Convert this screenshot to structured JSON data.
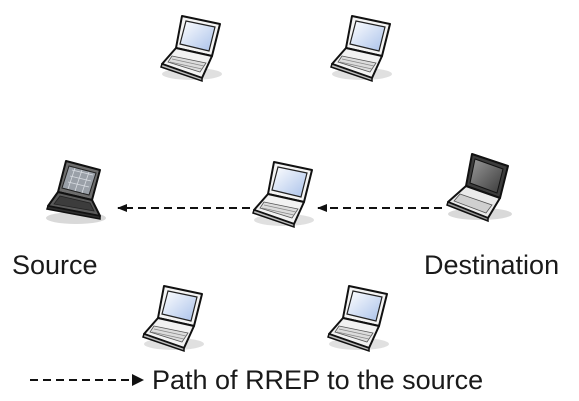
{
  "diagram": {
    "nodes": [
      {
        "id": "n-top-left",
        "label": "",
        "icon": "laptop-icon"
      },
      {
        "id": "n-top-right",
        "label": "",
        "icon": "laptop-icon"
      },
      {
        "id": "source",
        "label": "Source",
        "icon": "laptop-open-dark-icon"
      },
      {
        "id": "n-middle",
        "label": "",
        "icon": "laptop-icon"
      },
      {
        "id": "destination",
        "label": "Destination",
        "icon": "laptop-dark-screen-icon"
      },
      {
        "id": "n-bottom-left",
        "label": "",
        "icon": "laptop-icon"
      },
      {
        "id": "n-bottom-right",
        "label": "",
        "icon": "laptop-icon"
      }
    ],
    "edges": [
      {
        "from": "destination",
        "to": "n-middle",
        "style": "dashed-arrow"
      },
      {
        "from": "n-middle",
        "to": "source",
        "style": "dashed-arrow"
      }
    ],
    "legend": {
      "text": "Path of RREP to the source",
      "symbol": "dashed-arrow"
    }
  },
  "colors": {
    "screen": "#bcd0ef",
    "screen_dark": "#6a6a6a",
    "chassis": "#f2f2f2",
    "outline": "#111111",
    "arrow": "#111111"
  }
}
